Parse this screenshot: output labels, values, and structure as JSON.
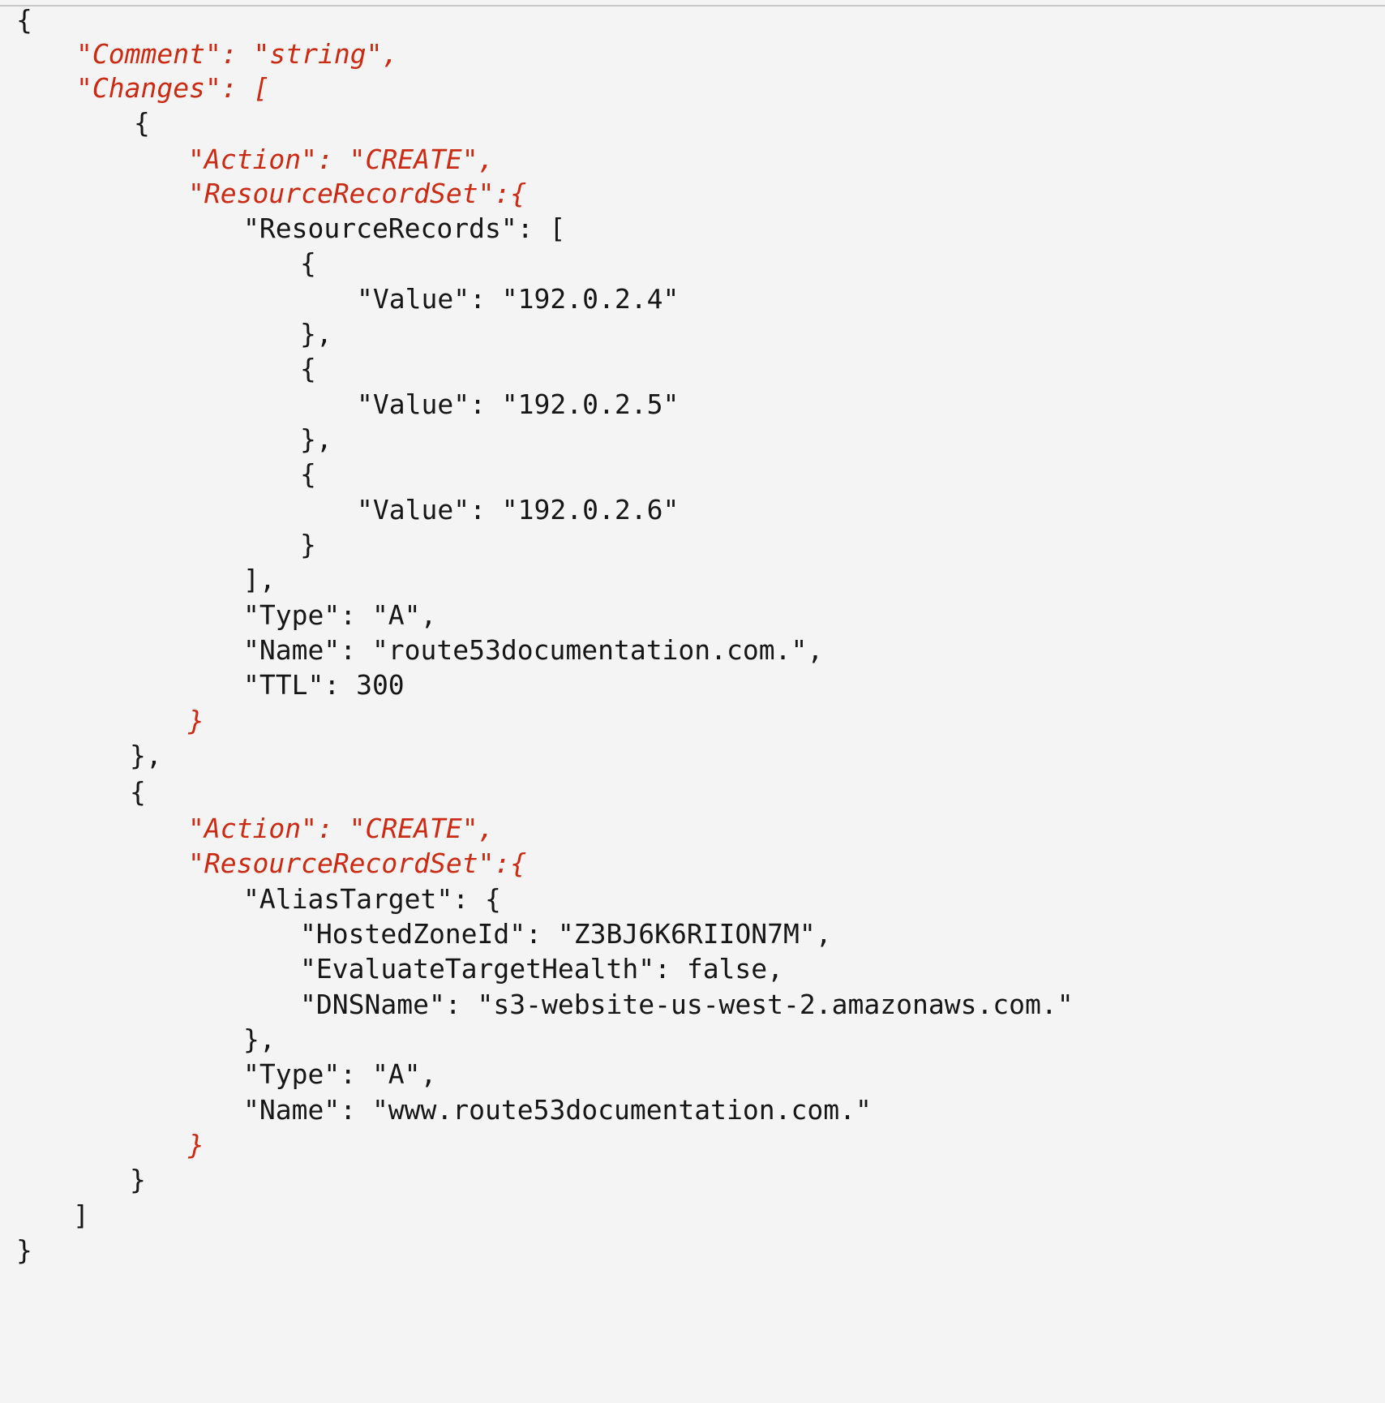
{
  "code": {
    "lines": [
      {
        "text": "{",
        "kind": "default"
      },
      {
        "text": "\"Comment\": \"string\",",
        "kind": "red"
      },
      {
        "text": "\"Changes\": [",
        "kind": "red"
      },
      {
        "text": "{",
        "kind": "default"
      },
      {
        "text": "\"Action\": \"CREATE\",",
        "kind": "red"
      },
      {
        "text": "\"ResourceRecordSet\":{",
        "kind": "red"
      },
      {
        "text": "\"ResourceRecords\": [",
        "kind": "default"
      },
      {
        "text": "{",
        "kind": "default"
      },
      {
        "text": "\"Value\": \"192.0.2.4\"",
        "kind": "default"
      },
      {
        "text": "},",
        "kind": "default"
      },
      {
        "text": "{",
        "kind": "default"
      },
      {
        "text": "\"Value\": \"192.0.2.5\"",
        "kind": "default"
      },
      {
        "text": "},",
        "kind": "default"
      },
      {
        "text": "{",
        "kind": "default"
      },
      {
        "text": "\"Value\": \"192.0.2.6\"",
        "kind": "default"
      },
      {
        "text": "}",
        "kind": "default"
      },
      {
        "text": "],",
        "kind": "default"
      },
      {
        "text": "\"Type\": \"A\",",
        "kind": "default"
      },
      {
        "text": "\"Name\": \"route53documentation.com.\",",
        "kind": "default"
      },
      {
        "text": "\"TTL\": 300",
        "kind": "default"
      },
      {
        "text": "}",
        "kind": "red"
      },
      {
        "text": "},",
        "kind": "default"
      },
      {
        "text": "{",
        "kind": "default"
      },
      {
        "text": "\"Action\": \"CREATE\",",
        "kind": "red"
      },
      {
        "text": "\"ResourceRecordSet\":{",
        "kind": "red"
      },
      {
        "text": "\"AliasTarget\": {",
        "kind": "default"
      },
      {
        "text": "\"HostedZoneId\": \"Z3BJ6K6RIION7M\",",
        "kind": "default"
      },
      {
        "text": "\"EvaluateTargetHealth\": false,",
        "kind": "default"
      },
      {
        "text": "\"DNSName\": \"s3-website-us-west-2.amazonaws.com.\"",
        "kind": "default"
      },
      {
        "text": "},",
        "kind": "default"
      },
      {
        "text": "\"Type\": \"A\",",
        "kind": "default"
      },
      {
        "text": "\"Name\": \"www.route53documentation.com.\"",
        "kind": "default"
      },
      {
        "text": "}",
        "kind": "red"
      },
      {
        "text": "}",
        "kind": "default"
      },
      {
        "text": "]",
        "kind": "default"
      },
      {
        "text": "}",
        "kind": "default"
      }
    ],
    "colors": {
      "background": "#f4f4f4",
      "text": "#161616",
      "highlight": "#cc2a12",
      "rule": "#c7c7c7"
    }
  }
}
